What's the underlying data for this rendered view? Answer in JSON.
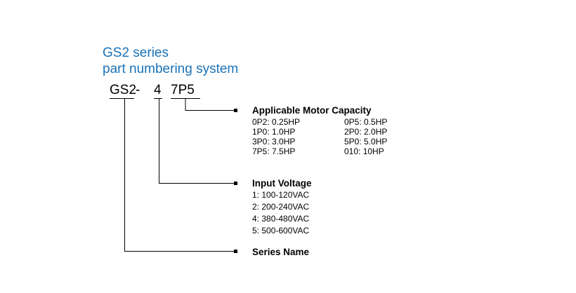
{
  "title": {
    "line1": "GS2 series",
    "line2": "part numbering system"
  },
  "part_number": {
    "series": "GS2",
    "dash": "-",
    "voltage": "4",
    "capacity": "7P5"
  },
  "sections": {
    "motor_capacity": {
      "heading": "Applicable Motor Capacity",
      "options": [
        "0P2: 0.25HP",
        "0P5: 0.5HP",
        "1P0: 1.0HP",
        "2P0: 2.0HP",
        "3P0: 3.0HP",
        "5P0: 5.0HP",
        "7P5: 7.5HP",
        "010: 10HP"
      ]
    },
    "input_voltage": {
      "heading": "Input Voltage",
      "options": [
        "1: 100-120VAC",
        "2: 200-240VAC",
        "4: 380-480VAC",
        "5: 500-600VAC"
      ]
    },
    "series_name": {
      "heading": "Series Name"
    }
  }
}
